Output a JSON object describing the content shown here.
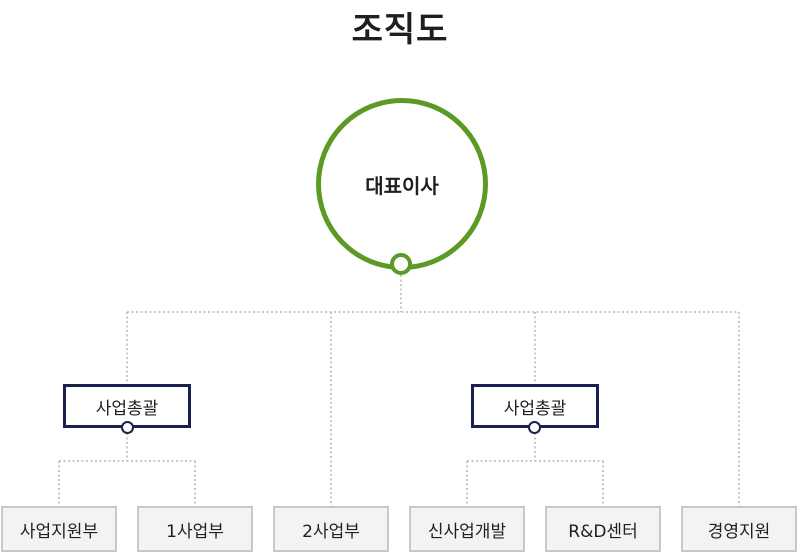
{
  "title": "조직도",
  "ceo": {
    "label": "대표이사"
  },
  "managers": [
    {
      "label": "사업총괄"
    },
    {
      "label": "사업총괄"
    }
  ],
  "departments": [
    {
      "label": "사업지원부"
    },
    {
      "label": "1사업부"
    },
    {
      "label": "2사업부"
    },
    {
      "label": "신사업개발"
    },
    {
      "label": "R&D센터"
    },
    {
      "label": "경영지원"
    }
  ],
  "colors": {
    "ceo_ring": "#5a9a25",
    "manager_border": "#1a2150",
    "department_fill": "#f3f3f3",
    "department_border": "#c8c8c8",
    "connector": "#b5b5b5"
  }
}
